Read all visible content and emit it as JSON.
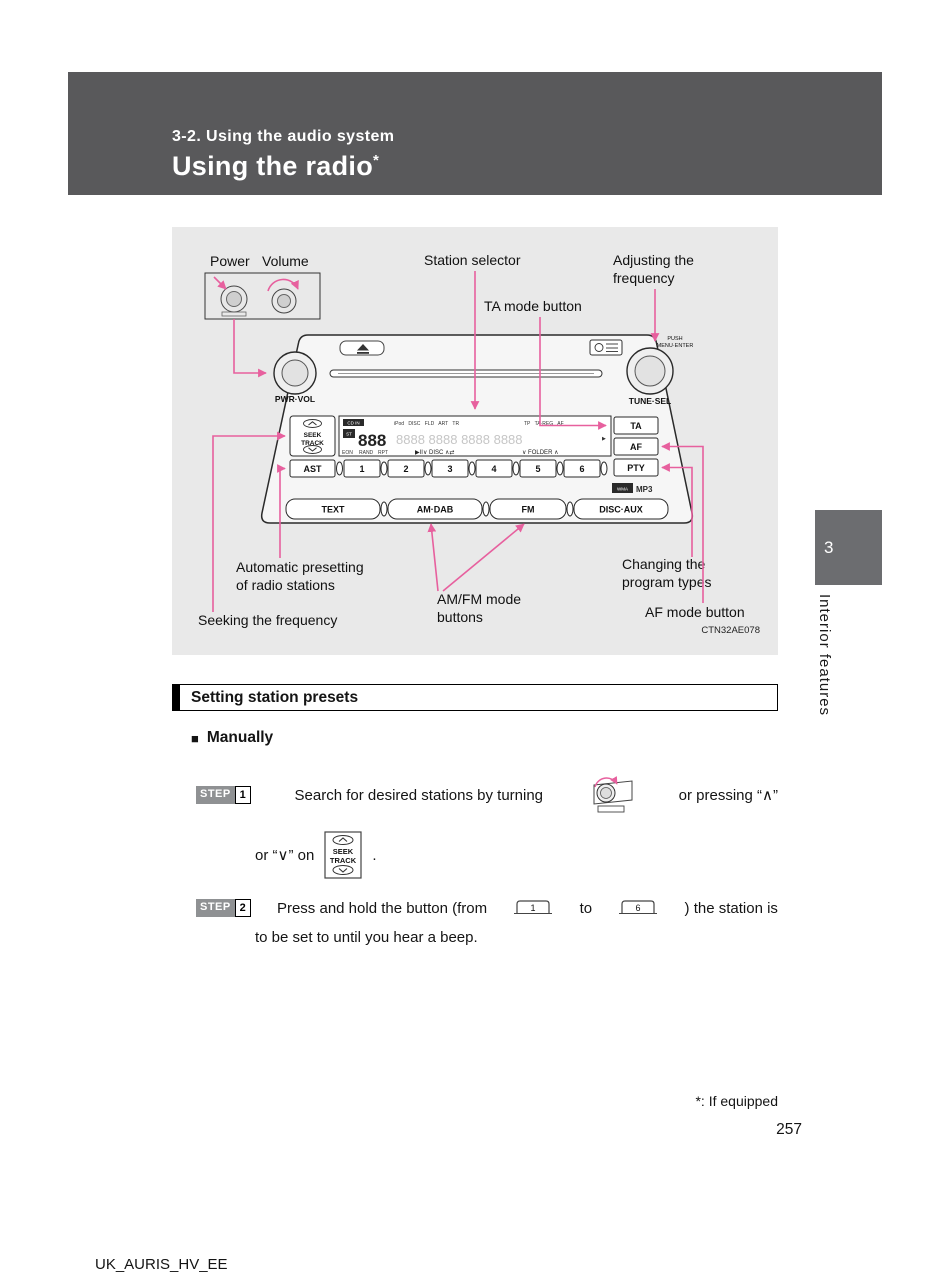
{
  "page": {
    "section_heading": "3-2. Using the audio system",
    "title": "Using the radio",
    "title_asterisk": "*",
    "footnote": "*: If equipped",
    "page_number": "257",
    "footer_code": "UK_AURIS_HV_EE",
    "side_tab": {
      "chapter": "3",
      "label": "Interior features"
    }
  },
  "diagram": {
    "figure_code": "CTN32AE078",
    "callouts": {
      "power": "Power",
      "volume": "Volume",
      "station_selector": "Station selector",
      "adjusting_line1": "Adjusting the",
      "adjusting_line2": "frequency",
      "ta_mode": "TA mode button",
      "auto_preset_line1": "Automatic presetting",
      "auto_preset_line2": "of radio stations",
      "seeking": "Seeking the frequency",
      "amfm_line1": "AM/FM mode",
      "amfm_line2": "buttons",
      "changing_line1": "Changing the",
      "changing_line2": "program types",
      "af_mode": "AF mode button"
    },
    "radio": {
      "pwr_vol": "PWR·VOL",
      "tune_sel": "TUNE·SEL",
      "push": "PUSH",
      "menu_enter": "MENU·ENTER",
      "seek": "SEEK",
      "track": "TRACK",
      "ast": "AST",
      "ta": "TA",
      "af": "AF",
      "pty": "PTY",
      "presets": [
        "1",
        "2",
        "3",
        "4",
        "5",
        "6"
      ],
      "bottom_buttons": [
        "TEXT",
        "AM·DAB",
        "FM",
        "DISC·AUX"
      ],
      "wma": "WMA",
      "mp3": "MP3",
      "display": {
        "cd_in": "CD IN",
        "st": "ST",
        "digits": "888",
        "segments": "8888 8888 8888 8888",
        "row_left": "iPod DISC  FLD ART  TR",
        "row_right": "TP TA·REG AF",
        "cursor": "▶",
        "eon": "EON",
        "rand": "RAND",
        "rpt": "RPT",
        "transport": "▶II∨ DISC ∧⇄",
        "folder": "∨ FOLDER ∧"
      }
    }
  },
  "content": {
    "section_title": "Setting station presets",
    "bullet": "■",
    "manually": "Manually",
    "step_label": "STEP",
    "step1_num": "1",
    "step2_num": "2",
    "step1_part1": "Search for desired stations by turning",
    "step1_part2": "or pressing “∧”",
    "step1_part3": "or “∨” on",
    "step1_period": ".",
    "step2_part1": "Press and hold the button (from",
    "step2_to": "to",
    "step2_part2": ") the station is",
    "step2_line2": "to be set to until you hear a beep.",
    "icon_btn1": "1",
    "icon_btn6": "6"
  }
}
